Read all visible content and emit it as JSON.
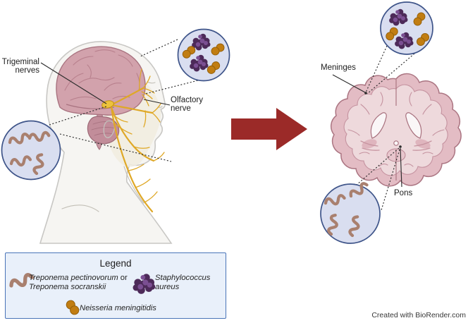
{
  "panel_left": {
    "labels": {
      "trigeminal_line1": "Trigeminal",
      "trigeminal_line2": "nerves",
      "olfactory_line1": "Olfactory",
      "olfactory_line2": "nerve"
    }
  },
  "panel_right": {
    "labels": {
      "meninges": "Meninges",
      "pons": "Pons"
    }
  },
  "legend": {
    "title": "Legend",
    "items": [
      {
        "icon": "spirochete-icon",
        "text_italic_1": "Treponema pectinovorum",
        "text_plain": " or",
        "text_italic_2": "Treponema socranskii"
      },
      {
        "icon": "staphylococcus-icon",
        "line1": "Staphylococcus",
        "line2": "aureus"
      },
      {
        "icon": "neisseria-icon",
        "line1": "Neisseria meningitidis"
      }
    ]
  },
  "credit": "Created with BioRender.com",
  "colors": {
    "arrow": "#9b2a28",
    "inset_circle_fill": "#d9def0",
    "inset_circle_stroke": "#3e5489",
    "spirochete": "#a9806f",
    "neisseria": "#c17d12",
    "neisseria_outline": "#935e09",
    "staph_dark": "#4d2a59",
    "staph_light": "#7b4f92",
    "brain": "#d2a2ac",
    "brain_outline": "#a97380",
    "nerves": "#dfa827",
    "legend_fill": "#e9f0fa",
    "legend_border": "#4a74b8",
    "label_text": "#1d1d1d"
  }
}
